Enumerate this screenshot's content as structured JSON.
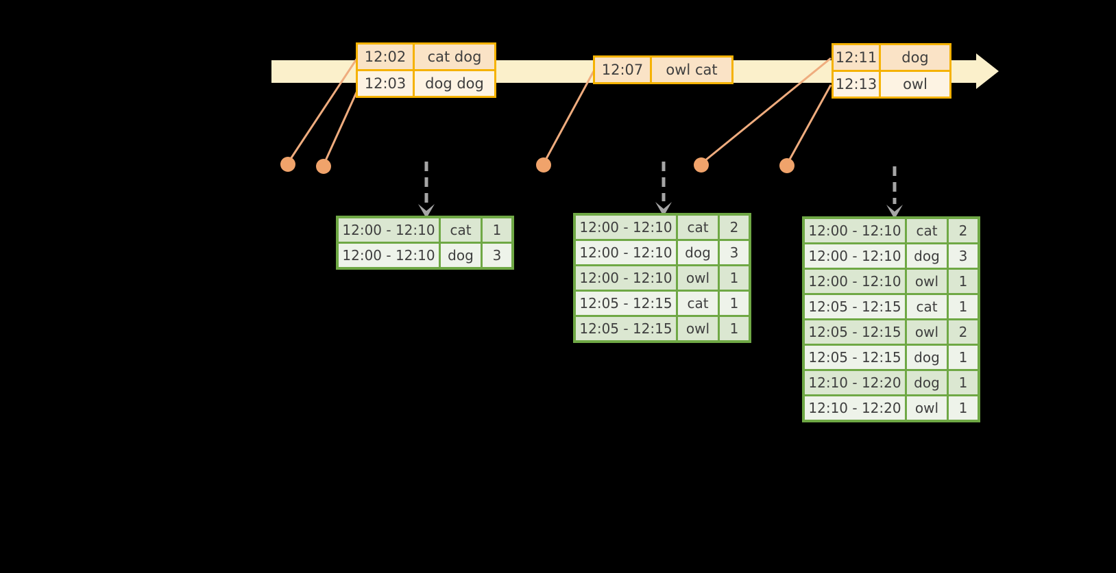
{
  "colors": {
    "background": "#000000",
    "timeline_band": "#FBF0CB",
    "event_table_border": "#F5B201",
    "event_row_dark": "#FAE3C6",
    "event_row_light": "#FDF3E3",
    "connector_line": "#EFAC7E",
    "event_dot": "#F0A36B",
    "trigger_arrow": "#A6A6A6",
    "result_table_border": "#6FA845",
    "result_row_dark": "#DBE7D1",
    "result_row_light": "#EEF3EA",
    "text": "#3E3E3E"
  },
  "event_tables": [
    {
      "rows": [
        {
          "time": "12:02",
          "words": "cat dog"
        },
        {
          "time": "12:03",
          "words": "dog dog"
        }
      ]
    },
    {
      "rows": [
        {
          "time": "12:07",
          "words": "owl cat"
        }
      ]
    },
    {
      "rows": [
        {
          "time": "12:11",
          "words": "dog"
        },
        {
          "time": "12:13",
          "words": "owl"
        }
      ]
    }
  ],
  "result_tables": [
    {
      "rows": [
        {
          "window": "12:00 - 12:10",
          "word": "cat",
          "count": "1"
        },
        {
          "window": "12:00 - 12:10",
          "word": "dog",
          "count": "3"
        }
      ]
    },
    {
      "rows": [
        {
          "window": "12:00 - 12:10",
          "word": "cat",
          "count": "2"
        },
        {
          "window": "12:00 - 12:10",
          "word": "dog",
          "count": "3"
        },
        {
          "window": "12:00 - 12:10",
          "word": "owl",
          "count": "1"
        },
        {
          "window": "12:05 - 12:15",
          "word": "cat",
          "count": "1"
        },
        {
          "window": "12:05 - 12:15",
          "word": "owl",
          "count": "1"
        }
      ]
    },
    {
      "rows": [
        {
          "window": "12:00 - 12:10",
          "word": "cat",
          "count": "2"
        },
        {
          "window": "12:00 - 12:10",
          "word": "dog",
          "count": "3"
        },
        {
          "window": "12:00 - 12:10",
          "word": "owl",
          "count": "1"
        },
        {
          "window": "12:05 - 12:15",
          "word": "cat",
          "count": "1"
        },
        {
          "window": "12:05 - 12:15",
          "word": "owl",
          "count": "2"
        },
        {
          "window": "12:05 - 12:15",
          "word": "dog",
          "count": "1"
        },
        {
          "window": "12:10 - 12:20",
          "word": "dog",
          "count": "1"
        },
        {
          "window": "12:10 - 12:20",
          "word": "owl",
          "count": "1"
        }
      ]
    }
  ]
}
